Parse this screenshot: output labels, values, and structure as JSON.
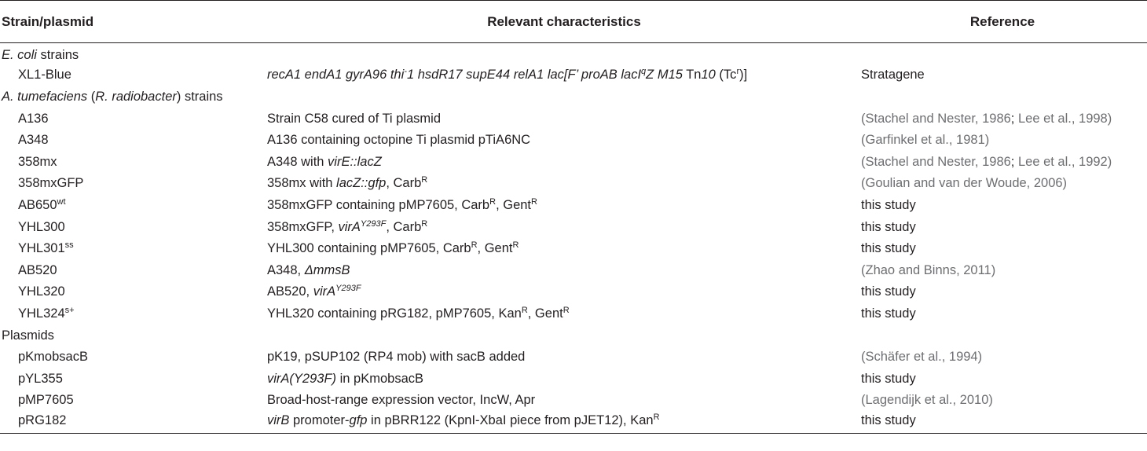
{
  "table": {
    "headers": {
      "strain": "Strain/plasmid",
      "characteristics": "Relevant characteristics",
      "reference": "Reference"
    },
    "sections": {
      "ecoli_italic": "E. coli",
      "ecoli_rest": " strains",
      "atum_italic1": "A. tumefaciens",
      "atum_mid": " (",
      "atum_italic2": "R. radiobacter",
      "atum_rest": ") strains",
      "plasmids": "Plasmids"
    },
    "rows": {
      "xl1": {
        "name": "XL1-Blue",
        "c1": "recA1 endA1 gyrA96 thi",
        "c2": "-",
        "c3": "1 hsdR17 supE44 relA1 lac",
        "c4": "[F’ proAB lacI",
        "c5": "q",
        "c6": "Z M15",
        "c7": " Tn",
        "c8": "10",
        "c9": " (Tc",
        "c10": "r",
        "c11": ")]",
        "ref": "Stratagene"
      },
      "a136": {
        "name": "A136",
        "char": "Strain C58 cured of Ti plasmid",
        "ref_open": "(",
        "ref1": "Stachel and Nester, 1986",
        "ref_sep": "; ",
        "ref2": "Lee et al., 1998",
        "ref_close": ")"
      },
      "a348": {
        "name": "A348",
        "char": "A136 containing octopine Ti plasmid pTiA6NC",
        "ref_open": "(",
        "ref1": "Garfinkel et al., 1981",
        "ref_close": ")"
      },
      "m358": {
        "name": "358mx",
        "c1": "A348 with ",
        "c2": "virE::lacZ",
        "ref_open": "(",
        "ref1": "Stachel and Nester, 1986",
        "ref_sep": "; ",
        "ref2": "Lee et al., 1992",
        "ref_close": ")"
      },
      "m358gfp": {
        "name": "358mxGFP",
        "c1": "358mx with ",
        "c2": "lacZ::gfp",
        "c3": ", Carb",
        "c4": "R",
        "ref_open": "(",
        "ref1": "Goulian and van der Woude, 2006",
        "ref_close": ")"
      },
      "ab650": {
        "name": "AB650",
        "name_sup": "wt",
        "c1": "358mxGFP containing pMP7605, Carb",
        "c2": "R",
        "c3": ", Gent",
        "c4": "R",
        "ref": "this study"
      },
      "yhl300": {
        "name": "YHL300",
        "c1": "358mxGFP, ",
        "c2": "virA",
        "c3": "Y293F",
        "c4": ", Carb",
        "c5": "R",
        "ref": "this study"
      },
      "yhl301": {
        "name": "YHL301",
        "name_sup": "ss",
        "c1": "YHL300 containing pMP7605, Carb",
        "c2": "R",
        "c3": ", Gent",
        "c4": "R",
        "ref": "this study"
      },
      "ab520": {
        "name": "AB520",
        "c1": "A348, ",
        "c2": "ΔmmsB",
        "ref_open": "(",
        "ref1": "Zhao and Binns, 2011",
        "ref_close": ")"
      },
      "yhl320": {
        "name": "YHL320",
        "c1": "AB520, ",
        "c2": "virA",
        "c3": "Y293F",
        "ref": "this study"
      },
      "yhl324": {
        "name": "YHL324",
        "name_sup": "s+",
        "c1": "YHL320 containing pRG182, pMP7605, Kan",
        "c2": "R",
        "c3": ", Gent",
        "c4": "R",
        "ref": "this study"
      },
      "pkmob": {
        "name": "pKmobsacB",
        "char": "pK19, pSUP102 (RP4 mob) with sacB added",
        "ref_open": "(",
        "ref1": "Schäfer et al., 1994",
        "ref_close": ")"
      },
      "pyl355": {
        "name": "pYL355",
        "c1": "virA(Y293F)",
        "c2": " in pKmobsacB",
        "ref": "this study"
      },
      "pmp7605": {
        "name": "pMP7605",
        "char": "Broad-host-range expression vector, IncW, Apr",
        "ref_open": "(",
        "ref1": "Lagendijk et al., 2010",
        "ref_close": ")"
      },
      "prg182": {
        "name": "pRG182",
        "c1": "virB",
        "c2": " promoter-",
        "c3": "gfp",
        "c4": " in pBRR122 (KpnI-XbaI piece from pJET12), Kan",
        "c5": "R",
        "ref": "this study"
      }
    }
  }
}
